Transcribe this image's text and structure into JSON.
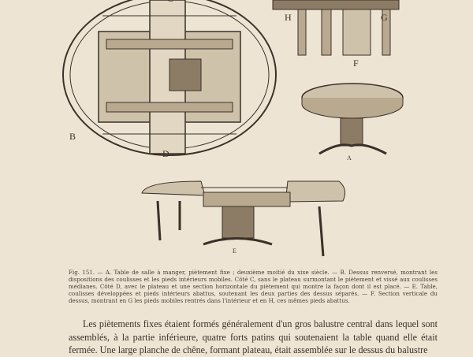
{
  "figure": {
    "labels": {
      "B": "B",
      "C": "C",
      "D": "D",
      "H": "H",
      "G": "G",
      "F": "F",
      "A": "A",
      "E": "E"
    },
    "caption": "Fig. 151. — A. Table de salle à manger, piètement fixe ; deuxième moitié du xixe siècle. — B. Dessus renversé, montrant les dispositions des coulisses et les pieds intérieurs mobiles. Côté C, sans le plateau surmontant le piètement et vissé aux coulisses médianes. Côté D, avec le plateau et une section horizontale du piètement qui montre la façon dont il est placé. — E. Table, coulisses développées et pieds intérieurs abattus, soutenant les deux parties des dessus séparés. — F. Section verticale du dessus, montrant en G les pieds mobiles rentrés dans l'intérieur et en H, ces mêmes pieds abattus."
  },
  "body": {
    "paragraph": "Les piètements fixes étaient formés généralement d'un gros balustre central dans lequel sont assemblés, à la partie inférieure, quatre forts patins qui soutenaient la table quand elle était fermée. Une large planche de chêne, formant plateau, était assemblée sur le dessus du balustre"
  },
  "colors": {
    "paper": "#ede4d4",
    "ink": "#3a3128"
  }
}
